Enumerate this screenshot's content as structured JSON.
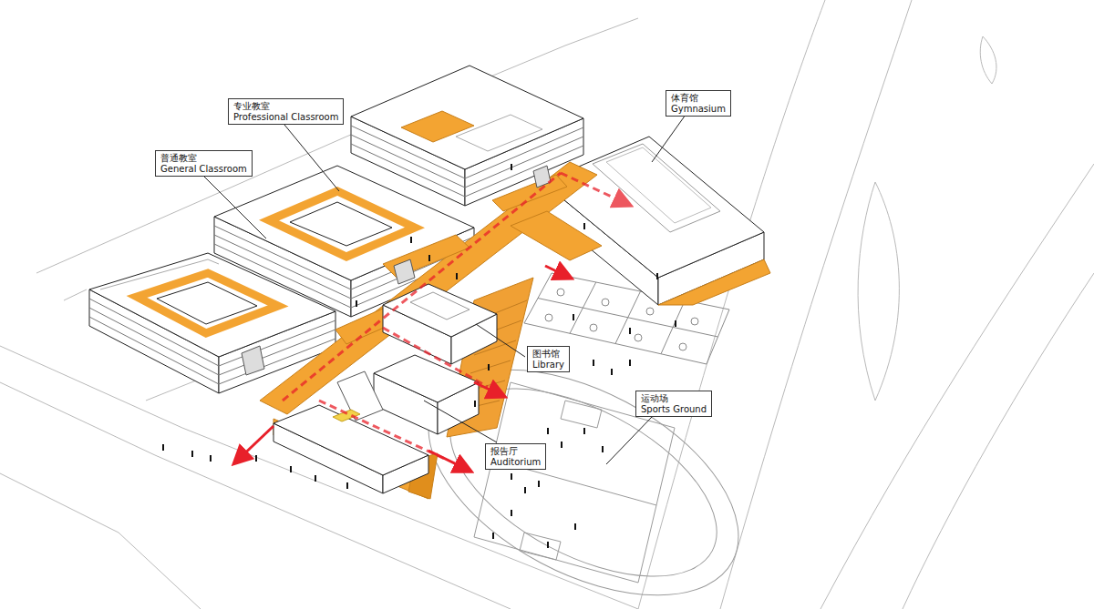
{
  "diagram": {
    "nodes": [
      {
        "text": [
          "体育馆",
          "Gymnasium"
        ]
      },
      {
        "text": [
          "专业教室",
          "Professional Classroom"
        ]
      },
      {
        "text": [
          "普通教室",
          "General Classroom"
        ]
      },
      {
        "text": [
          "图书馆",
          "Library"
        ]
      },
      {
        "text": [
          "运动场",
          "Sports Ground"
        ]
      },
      {
        "text": [
          "报告厅",
          "Auditorium"
        ]
      }
    ]
  }
}
